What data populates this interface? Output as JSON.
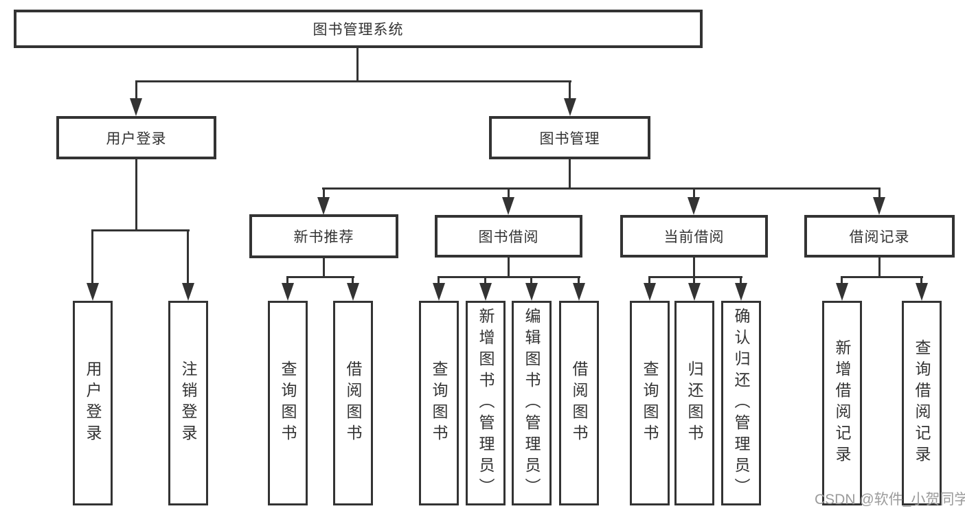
{
  "diagram": {
    "type": "tree",
    "root": {
      "label": "图书管理系统",
      "children": [
        {
          "label": "用户登录",
          "children": [
            {
              "label": "用户登录"
            },
            {
              "label": "注销登录"
            }
          ]
        },
        {
          "label": "图书管理",
          "children": [
            {
              "label": "新书推荐",
              "children": [
                {
                  "label": "查询图书"
                },
                {
                  "label": "借阅图书"
                }
              ]
            },
            {
              "label": "图书借阅",
              "children": [
                {
                  "label": "查询图书"
                },
                {
                  "label": "新增图书（管理员）"
                },
                {
                  "label": "编辑图书（管理员）"
                },
                {
                  "label": "借阅图书"
                }
              ]
            },
            {
              "label": "当前借阅",
              "children": [
                {
                  "label": "查询图书"
                },
                {
                  "label": "归还图书"
                },
                {
                  "label": "确认归还（管理员）"
                }
              ]
            },
            {
              "label": "借阅记录",
              "children": [
                {
                  "label": "新增借阅记录"
                },
                {
                  "label": "查询借阅记录"
                }
              ]
            }
          ]
        }
      ]
    }
  },
  "watermark": {
    "text": "CSDN @软件_小贺同学",
    "color": "#9b9b9b"
  },
  "colors": {
    "line": "#333333",
    "text": "#333333",
    "background": "#ffffff"
  }
}
